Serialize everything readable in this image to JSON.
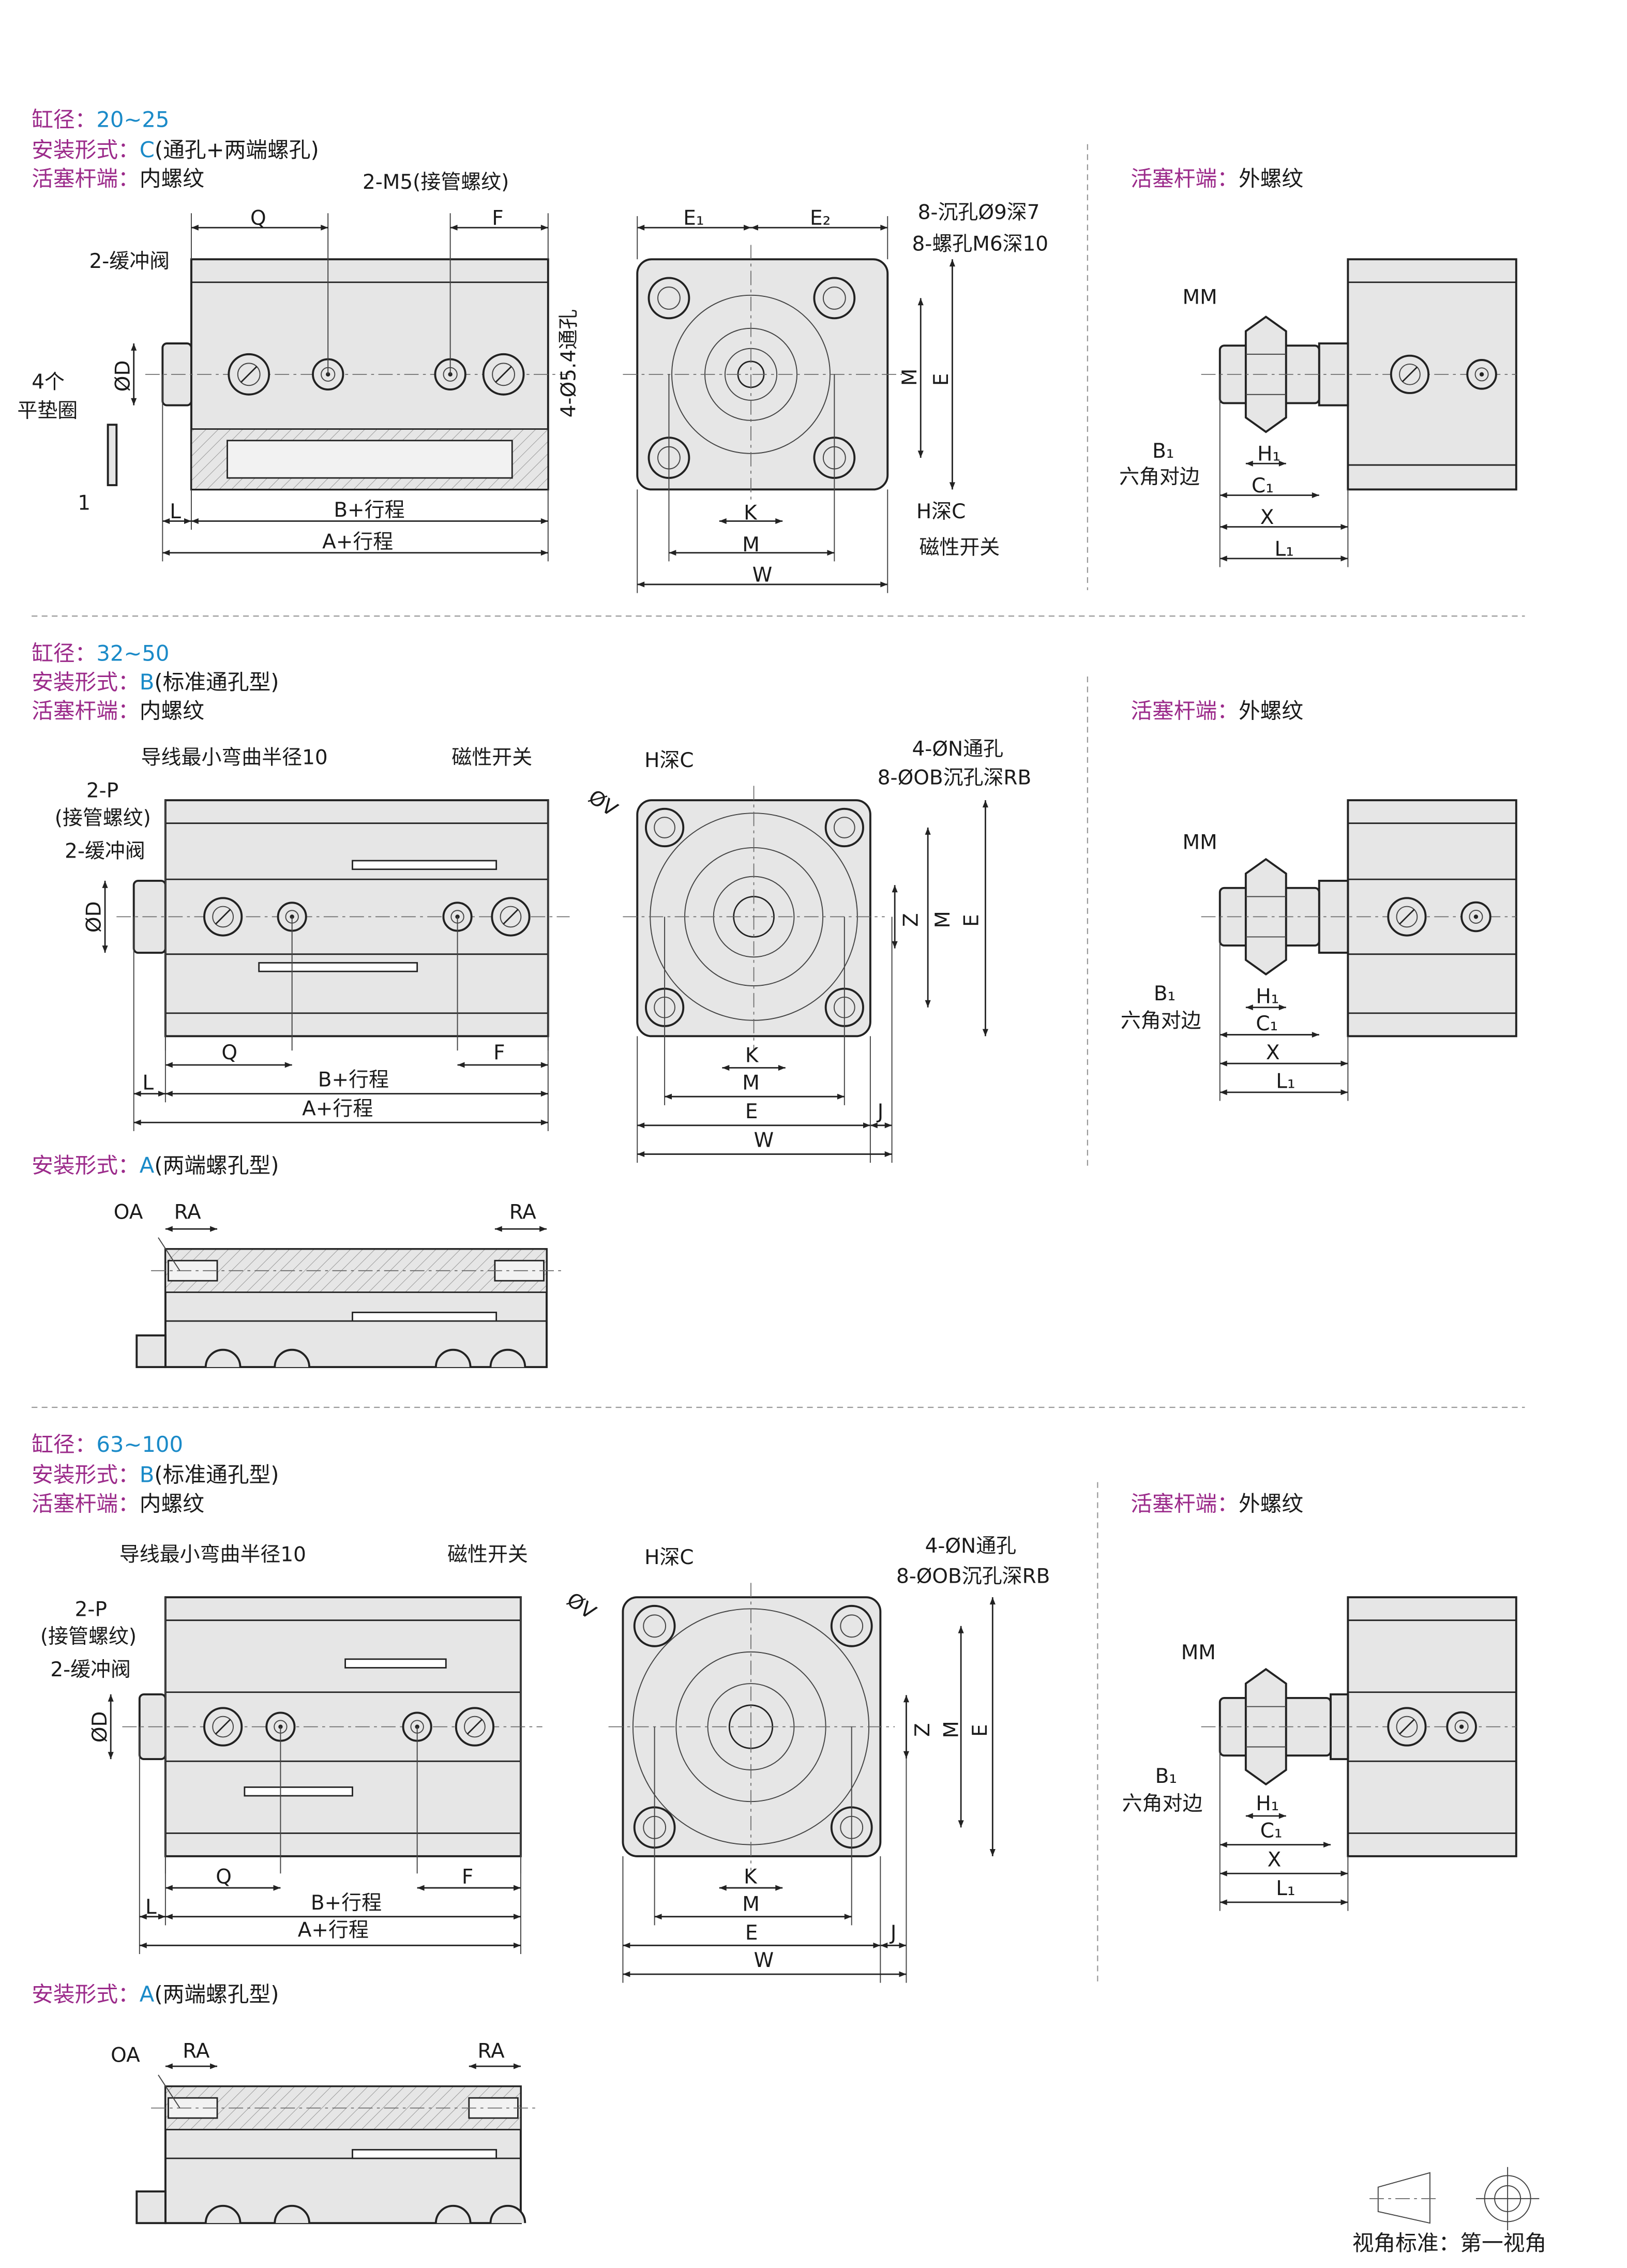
{
  "colors": {
    "label": "#9b2a8a",
    "value": "#1a8ac8",
    "body": "#e6e6e6",
    "line": "#222222"
  },
  "sections": [
    {
      "bore_label": "缸径：",
      "bore": "20~25",
      "mount_label": "安装形式：",
      "mount_code": "C",
      "mount_desc": "(通孔+两端螺孔)",
      "rod_label": "活塞杆端：",
      "rod_type": "内螺纹",
      "rod_view_label": "活塞杆端：",
      "rod_view_type": "外螺纹",
      "side": {
        "Q": "Q",
        "F": "F",
        "cushion": "2-缓冲阀",
        "port": "2-M5(接管螺纹)",
        "thru": "4-Ø5.4通孔",
        "D": "ØD",
        "washer_count": "4个",
        "washer": "平垫圈",
        "one": "1",
        "L": "L",
        "B": "B+行程",
        "A": "A+行程"
      },
      "front": {
        "E1": "E₁",
        "E2": "E₂",
        "cbore": "8-沉孔Ø9深7",
        "tap": "8-螺孔M6深10",
        "M": "M",
        "E": "E",
        "K": "K",
        "H": "H深C",
        "M2": "M",
        "sensor": "磁性开关",
        "W": "W"
      },
      "rod": {
        "MM": "MM",
        "B1": "B₁",
        "hex": "六角对边",
        "H1": "H₁",
        "C1": "C₁",
        "X": "X",
        "L1": "L₁"
      }
    },
    {
      "bore_label": "缸径：",
      "bore": "32~50",
      "mount_label": "安装形式：",
      "mount_code": "B",
      "mount_desc": "(标准通孔型)",
      "rod_label": "活塞杆端：",
      "rod_type": "内螺纹",
      "rod_view_label": "活塞杆端：",
      "rod_view_type": "外螺纹",
      "side": {
        "bend": "导线最小弯曲半径10",
        "sensor": "磁性开关",
        "P": "2-P",
        "port": "(接管螺纹)",
        "cushion": "2-缓冲阀",
        "D": "ØD",
        "Q": "Q",
        "F": "F",
        "L": "L",
        "B": "B+行程",
        "A": "A+行程"
      },
      "front": {
        "H": "H深C",
        "V": "ØV",
        "N": "4-ØN通孔",
        "OB": "8-ØOB沉孔深RB",
        "Z": "Z",
        "M": "M",
        "E": "E",
        "K": "K",
        "M2": "M",
        "E2": "E",
        "J": "J",
        "W": "W"
      },
      "rod": {
        "MM": "MM",
        "B1": "B₁",
        "hex": "六角对边",
        "H1": "H₁",
        "C1": "C₁",
        "X": "X",
        "L1": "L₁"
      },
      "alt": {
        "mount_label": "安装形式：",
        "mount_code": "A",
        "mount_desc": "(两端螺孔型)",
        "OA": "OA",
        "RA1": "RA",
        "RA2": "RA"
      }
    },
    {
      "bore_label": "缸径：",
      "bore": "63~100",
      "mount_label": "安装形式：",
      "mount_code": "B",
      "mount_desc": "(标准通孔型)",
      "rod_label": "活塞杆端：",
      "rod_type": "内螺纹",
      "rod_view_label": "活塞杆端：",
      "rod_view_type": "外螺纹",
      "side": {
        "bend": "导线最小弯曲半径10",
        "sensor": "磁性开关",
        "P": "2-P",
        "port": "(接管螺纹)",
        "cushion": "2-缓冲阀",
        "D": "ØD",
        "Q": "Q",
        "F": "F",
        "L": "L",
        "B": "B+行程",
        "A": "A+行程"
      },
      "front": {
        "H": "H深C",
        "V": "ØV",
        "N": "4-ØN通孔",
        "OB": "8-ØOB沉孔深RB",
        "Z": "Z",
        "M": "M",
        "E": "E",
        "K": "K",
        "M2": "M",
        "E2": "E",
        "J": "J",
        "W": "W"
      },
      "rod": {
        "MM": "MM",
        "B1": "B₁",
        "hex": "六角对边",
        "H1": "H₁",
        "C1": "C₁",
        "X": "X",
        "L1": "L₁"
      },
      "alt": {
        "mount_label": "安装形式：",
        "mount_code": "A",
        "mount_desc": "(两端螺孔型)",
        "OA": "OA",
        "RA1": "RA",
        "RA2": "RA"
      }
    }
  ],
  "footer": {
    "label": "视角标准：",
    "value": "第一视角"
  }
}
